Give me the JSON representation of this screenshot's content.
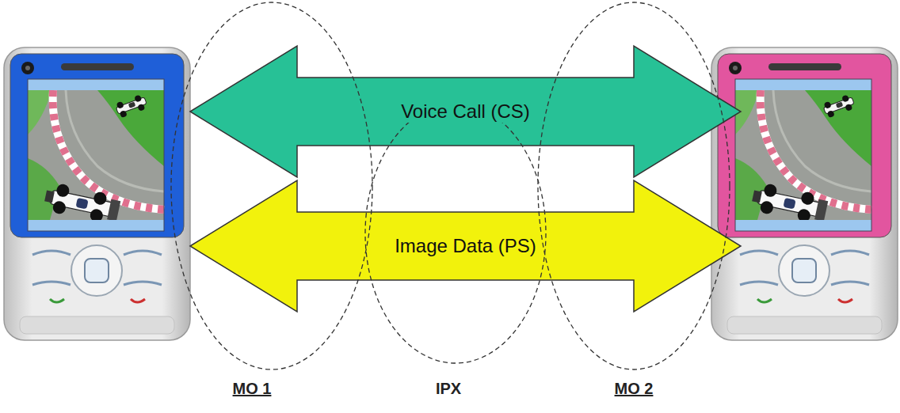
{
  "diagram": {
    "nodes": [
      {
        "text": [
          "Voice Call (CS)"
        ]
      },
      {
        "text": [
          "Image Data (PS)"
        ]
      },
      {
        "text": [
          "MO 1"
        ]
      },
      {
        "text": [
          "IPX"
        ]
      },
      {
        "text": [
          "MO 2"
        ]
      }
    ]
  }
}
